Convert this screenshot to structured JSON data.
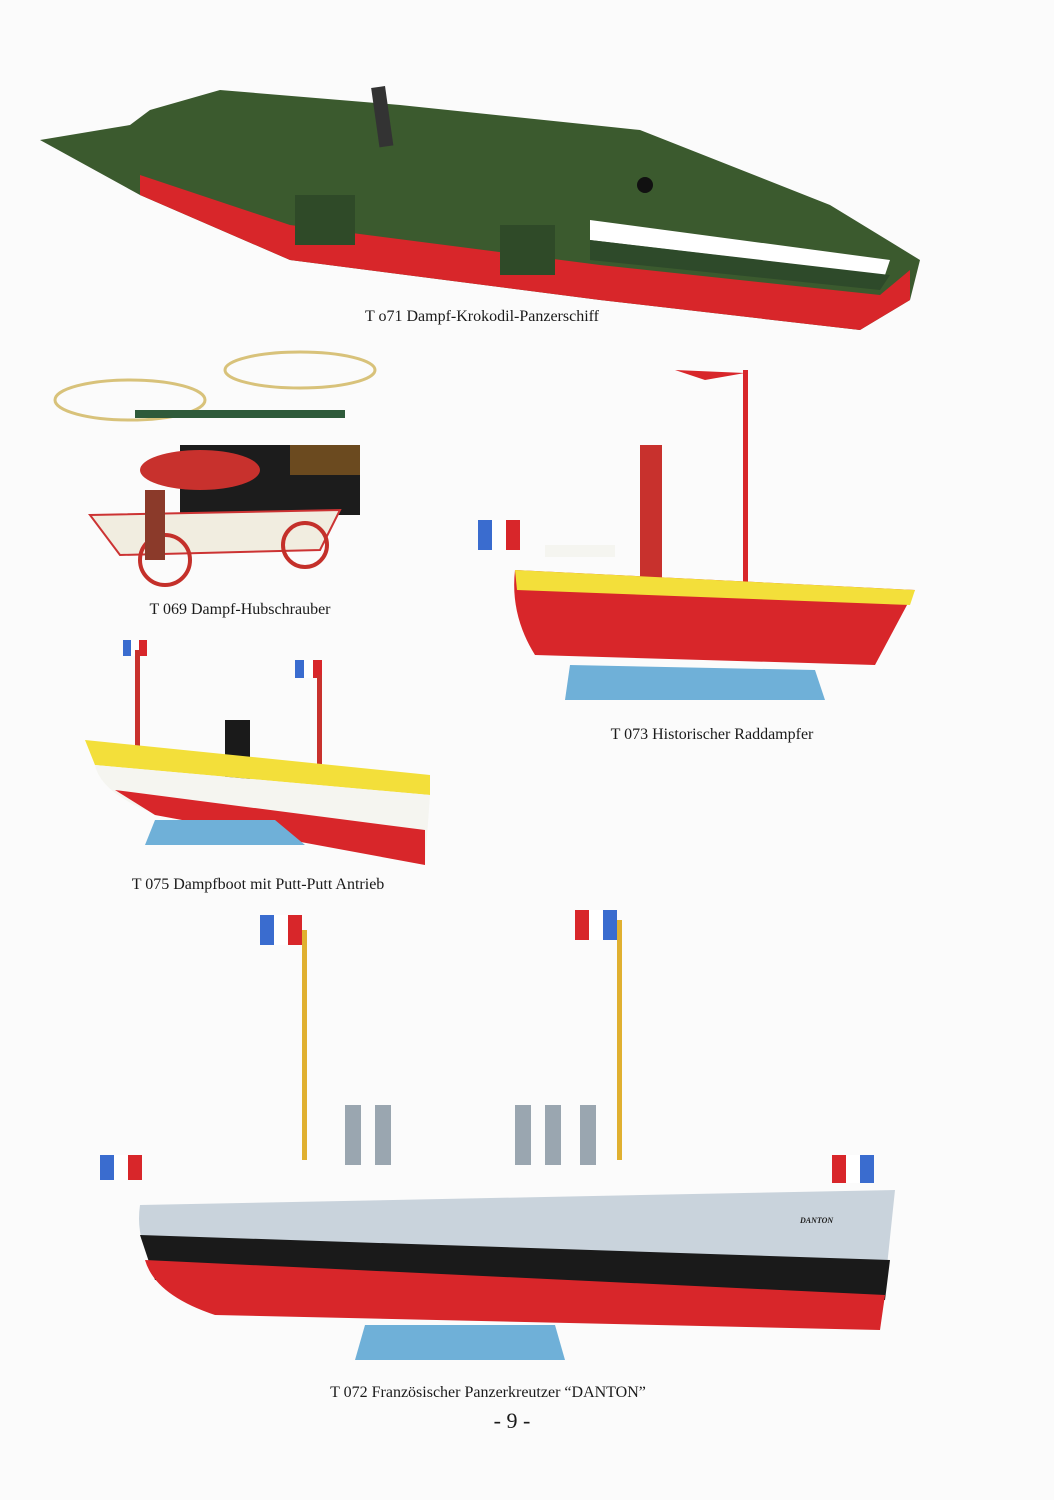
{
  "items": [
    {
      "caption": "T o71 Dampf-Krokodil-Panzerschiff"
    },
    {
      "caption": "T 069 Dampf-Hubschrauber"
    },
    {
      "caption": "T 073 Historischer Raddampfer"
    },
    {
      "caption": "T 075 Dampfboot mit Putt-Putt Antrieb"
    },
    {
      "caption": "T 072 Französischer Panzerkreutzer “DANTON”",
      "hull_name": "DANTON"
    }
  ],
  "page_number": "- 9 -",
  "colors": {
    "hull_red": "#d8262a",
    "croc_green": "#3b5a2e",
    "navy_grey": "#c9d3dc",
    "sea_blue": "#6fb0d8",
    "deck_yellow": "#f3df3a"
  }
}
